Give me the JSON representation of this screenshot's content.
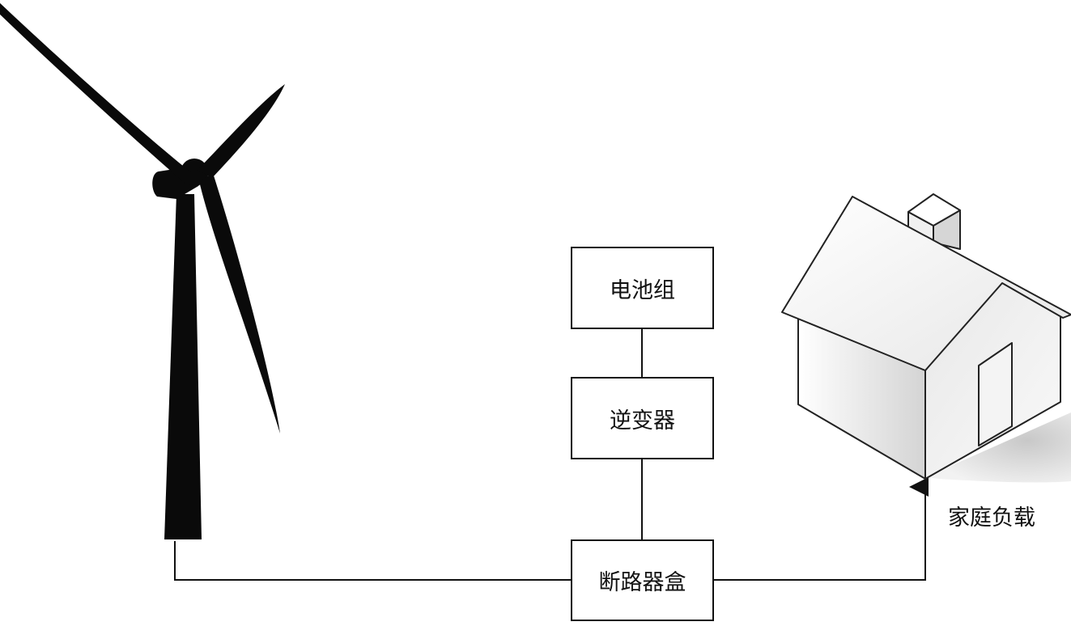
{
  "diagram": {
    "components": {
      "battery": {
        "label": "电池组"
      },
      "inverter": {
        "label": "逆变器"
      },
      "breaker_box": {
        "label": "断路器盒"
      },
      "household_load": {
        "label": "家庭负载"
      }
    },
    "icons": {
      "turbine": "wind-turbine-icon",
      "house": "house-icon"
    },
    "colors": {
      "line": "#111111",
      "turbine": "#0a0a0a",
      "background": "#ffffff"
    }
  }
}
